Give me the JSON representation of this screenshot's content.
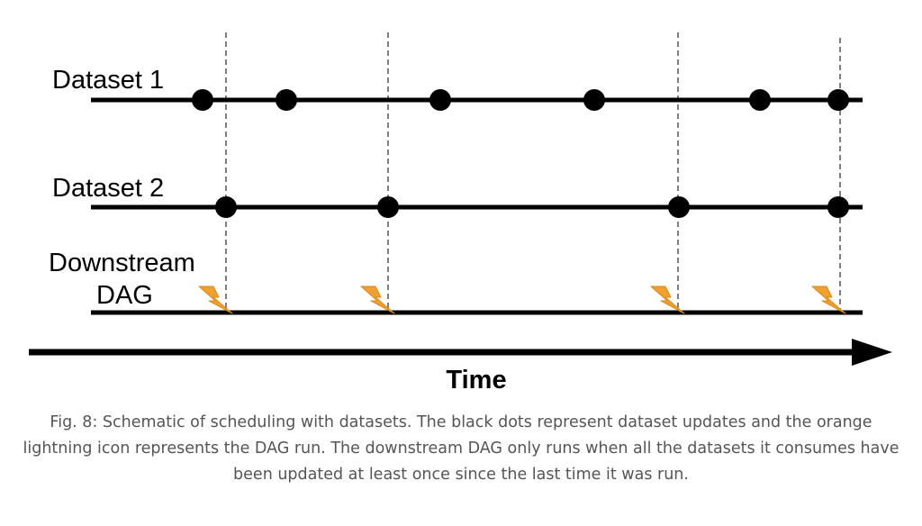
{
  "tracks": [
    {
      "label_lines": [
        "Dataset 1"
      ],
      "events": [
        225,
        318,
        489,
        660,
        844,
        931
      ]
    },
    {
      "label_lines": [
        "Dataset 2"
      ],
      "events": [
        251,
        431,
        754,
        931
      ]
    },
    {
      "label_lines": [
        "Downstream",
        "DAG"
      ],
      "runs": [
        240,
        420,
        742,
        921
      ]
    }
  ],
  "time_axis": {
    "label": "Time"
  },
  "colors": {
    "line": "#000000",
    "dot": "#000000",
    "lightning": "#f0a030",
    "guide": "#555555",
    "caption": "#555555"
  },
  "icons": {
    "event": "dot",
    "run": "lightning-icon"
  },
  "caption": {
    "lines": [
      "Fig. 8: Schematic of scheduling with datasets. The black dots represent dataset updates and the orange",
      "lightning icon represents the DAG run. The downstream DAG only runs when all the datasets it consumes have",
      "been updated at least once since the last time it was run."
    ]
  }
}
